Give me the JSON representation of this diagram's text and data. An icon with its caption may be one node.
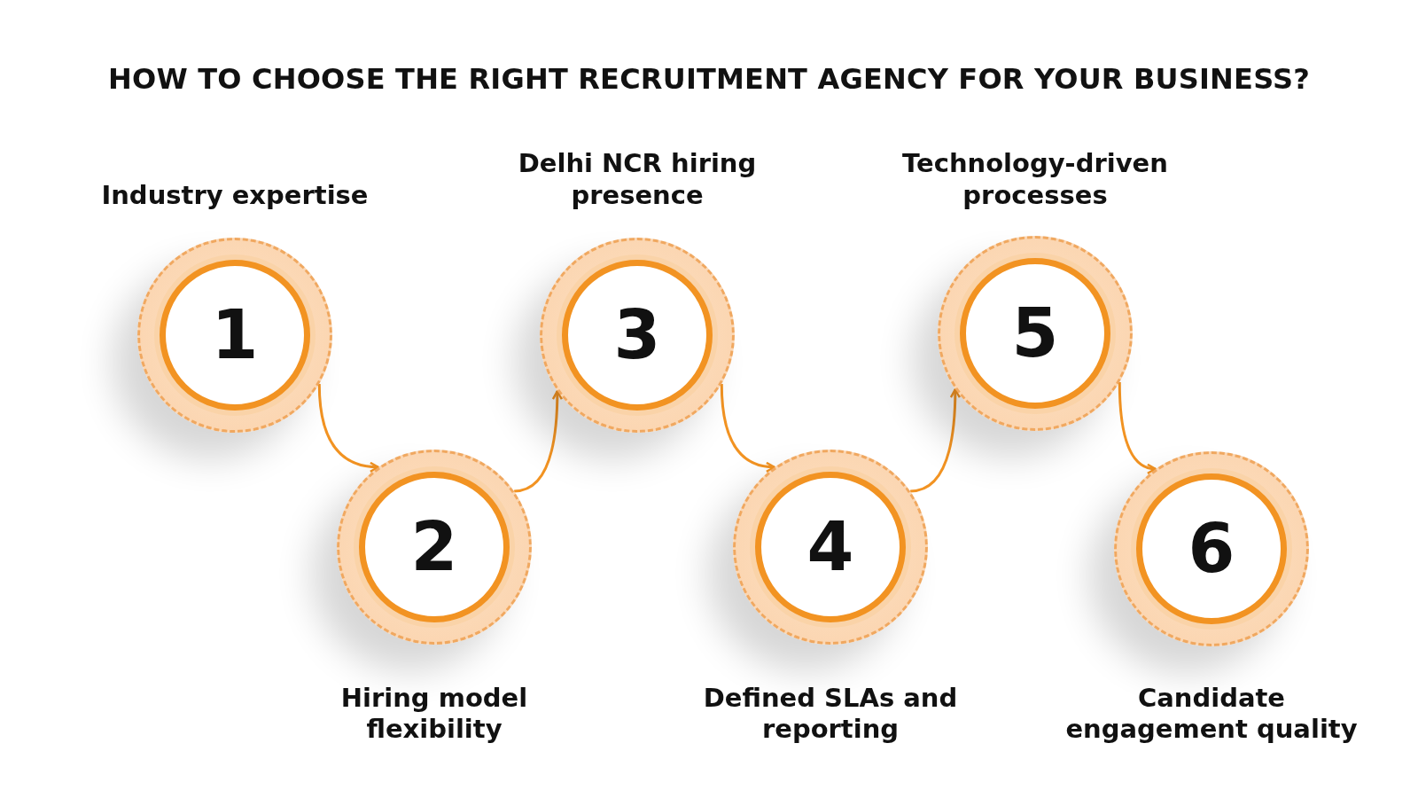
{
  "diagram": {
    "title": "HOW TO CHOOSE THE RIGHT RECRUITMENT AGENCY FOR YOUR BUSINESS?",
    "nodes": [
      {
        "text": [
          "1"
        ],
        "beside": [
          "Industry expertise"
        ]
      },
      {
        "text": [
          "2"
        ],
        "beside": [
          "Hiring model flexibility"
        ]
      },
      {
        "text": [
          "3"
        ],
        "beside": [
          "Delhi NCR hiring presence"
        ]
      },
      {
        "text": [
          "4"
        ],
        "beside": [
          "Defined SLAs and reporting"
        ]
      },
      {
        "text": [
          "5"
        ],
        "beside": [
          "Technology-driven processes"
        ]
      },
      {
        "text": [
          "6"
        ],
        "beside": [
          "Candidate engagement quality"
        ]
      }
    ],
    "edges": [
      {
        "from": 0,
        "to": 1,
        "arrow": "to"
      },
      {
        "from": 1,
        "to": 2,
        "arrow": "to"
      },
      {
        "from": 2,
        "to": 3,
        "arrow": "to"
      },
      {
        "from": 3,
        "to": 4,
        "arrow": "to"
      },
      {
        "from": 4,
        "to": 5,
        "arrow": "to"
      }
    ]
  }
}
